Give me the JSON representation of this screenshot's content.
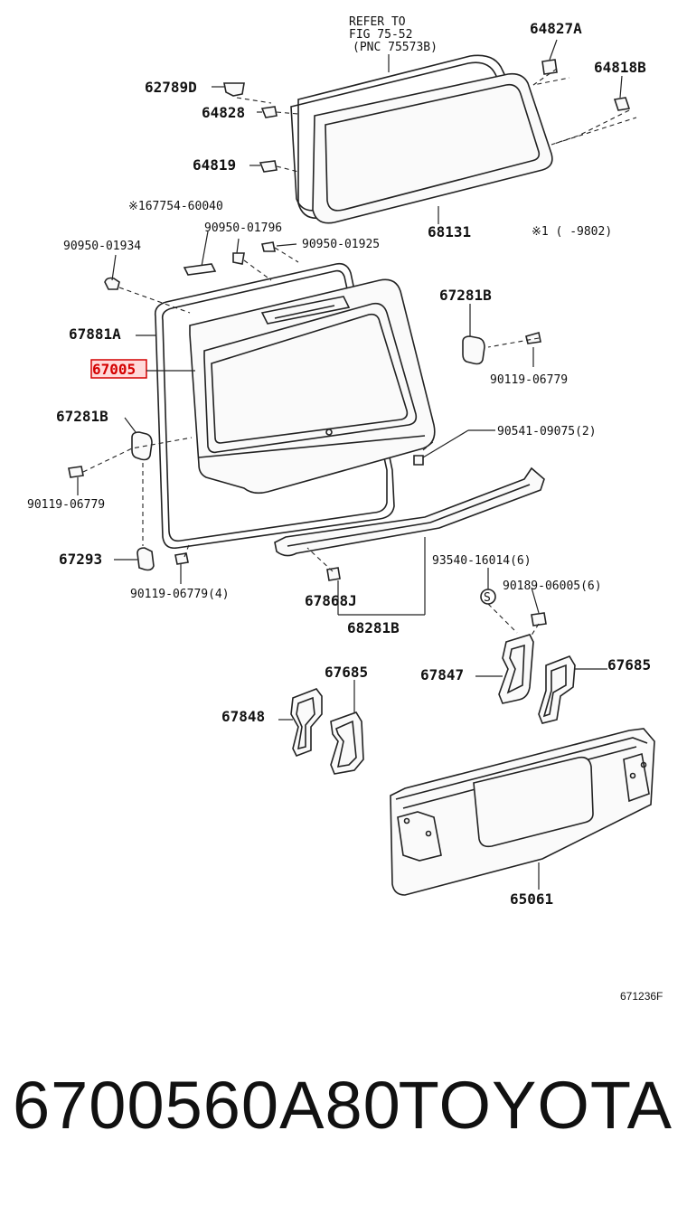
{
  "diagram": {
    "reference_note": [
      "REFER TO",
      "FIG 75-52",
      "(PNC 75573B)"
    ],
    "footnote": "※1 ( -9802)",
    "figure_code": "671236F",
    "highlighted_part": "67005",
    "labels": {
      "l64827A": "64827A",
      "l64818B": "64818B",
      "l62789D": "62789D",
      "l64828": "64828",
      "l64819": "64819",
      "l68131": "68131",
      "l167754": "※167754-60040",
      "l9095001796": "90950-01796",
      "l9095001934": "90950-01934",
      "l9095001925": "90950-01925",
      "l67281B_r": "67281B",
      "l67881A": "67881A",
      "l67005": "67005",
      "l9011906779_r": "90119-06779",
      "l67281B_l": "67281B",
      "l9054109075": "90541-09075(2)",
      "l9011906779_l": "90119-06779",
      "l67293": "67293",
      "l9354016014": "93540-16014(6)",
      "l9011906779_4": "90119-06779(4)",
      "l9018906005": "90189-06005(6)",
      "lS": "S",
      "l67868J": "67868J",
      "l68281B": "68281B",
      "l67685_m": "67685",
      "l67847": "67847",
      "l67685_r": "67685",
      "l67848": "67848",
      "l65061": "65061"
    }
  },
  "footer": {
    "part_number": "6700560A80",
    "brand": "TOYOTA"
  }
}
